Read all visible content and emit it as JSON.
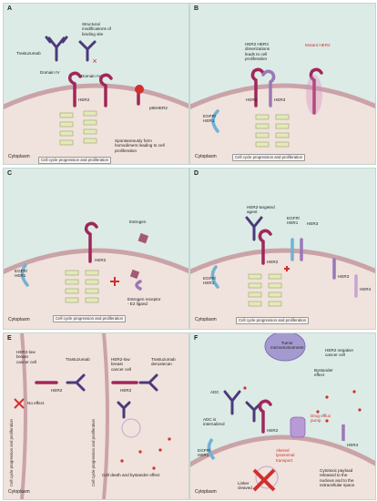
{
  "colors": {
    "background": "#dcebe6",
    "cell": "#f0e2dc",
    "membrane": "#caa3a8",
    "her2": "#a0275a",
    "receptor_blue": "#6fb3d6",
    "receptor_purple": "#9a78b8",
    "antibody": "#4b3a7a",
    "red_accent": "#d0302e"
  },
  "icons": [
    "antibody-icon",
    "receptor-icon",
    "mutation-star-icon",
    "cross-icon",
    "estrogen-square-icon",
    "payload-droplet-icon",
    "pump-icon"
  ],
  "panels": [
    {
      "id": "A",
      "label": "A",
      "texts": {
        "structural": "Structural\nmodifications of\nbinding site",
        "trastuzumab": "Trastuzumab",
        "domain_iv_1": "Domain IV",
        "domain_iv_2": "Domain IV",
        "her2": "HER2",
        "p95": "p95HER2",
        "homodimers": "Spontaneously form\nhomodimers leading to cell\nproliferation",
        "cell_cycle": "Cell cycle progression and proliferation",
        "cytoplasm": "Cytoplasm"
      }
    },
    {
      "id": "B",
      "label": "B",
      "texts": {
        "dimerization": "HER2 HER3\ndimerizations\nleads to cell\nproliferation",
        "mutant": "Mutant HER2",
        "egfr": "EGFR/\nHER1",
        "her2": "HER2",
        "her3": "HER3",
        "cell_cycle": "Cell cycle progression and proliferation",
        "cytoplasm": "Cytoplasm"
      }
    },
    {
      "id": "C",
      "label": "C",
      "texts": {
        "estrogen": "Estrogen",
        "her2": "HER2",
        "egfr": "EGFR/\nHER1",
        "receptor": "Estrogen receptor\n- E2 ligand",
        "cell_cycle": "Cell cycle progression and proliferation",
        "cytoplasm": "Cytoplasm"
      }
    },
    {
      "id": "D",
      "label": "D",
      "texts": {
        "agent": "HER2-targeted\nagent",
        "egfr_top": "EGFR/\nHER1",
        "her3_top": "HER3",
        "her2": "HER2",
        "egfr": "EGFR/\nHER1",
        "her3": "HER3",
        "her4": "HER4",
        "cell_cycle": "Cell cycle progression and proliferation",
        "cytoplasm": "Cytoplasm"
      }
    },
    {
      "id": "E",
      "label": "E",
      "texts": {
        "her2_low_left": "HER2-low\nbreast\ncancer cell",
        "trastuzumab": "Trastuzumab",
        "no_effect": "No effect",
        "her2_low_right": "HER2-low\nbreast\ncancer cell",
        "deruxtecan": "Trastuzumab\nderuxtecan",
        "her2_left": "HER2",
        "her2_right": "HER2",
        "cell_death": "Cell death and bystander effect",
        "cell_cycle_vert": "Cell cycle progression and proliferation",
        "cytoplasm": "Cytoplasm"
      }
    },
    {
      "id": "F",
      "label": "F",
      "texts": {
        "tumor": "Tumor\nmicroenvironment",
        "her2_negative": "HER2 negative\ncancer cell",
        "bystander": "Bystander\neffect",
        "adc": "ADC",
        "drug_efflux": "Drug efflux\npump",
        "internalized": "ADC is\ninternalized",
        "her2": "HER2",
        "egfr": "EGFR/\nHER1",
        "altered": "Altered\nlysosomal\ntransport",
        "her4": "HER4",
        "linker": "Linker\ncleaved",
        "payload": "Cytotoxic payload\nreleased to the\nnucleus and to the\nextracellular space",
        "cytoplasm": "Cytoplasm"
      }
    }
  ]
}
